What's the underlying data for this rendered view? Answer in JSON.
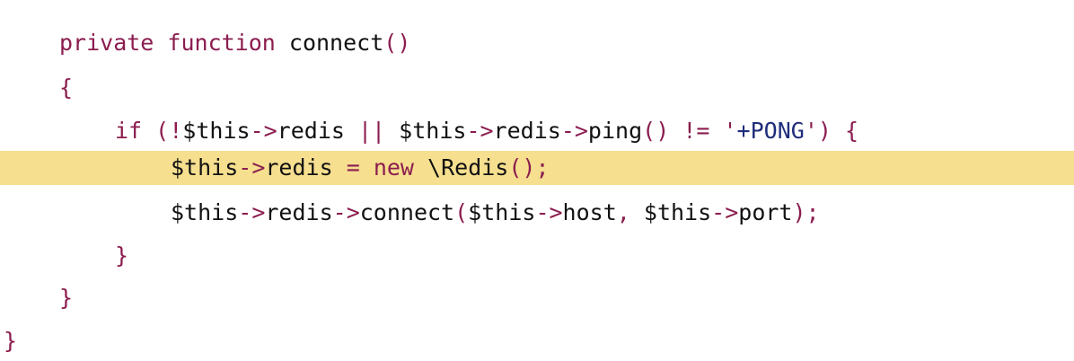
{
  "colors": {
    "keyword": "#8b1d4f",
    "operator": "#8b1d4f",
    "string": "#1f2d7a",
    "plain": "#111111",
    "highlight": "#f6df8f",
    "background": "#ffffff"
  },
  "code": {
    "line1": {
      "kw1": "private",
      "kw2": "function",
      "name": "connect",
      "paren": "()"
    },
    "line2": {
      "brace": "{"
    },
    "line3": {
      "kw_if": "if",
      "open": "(",
      "not": "!",
      "var1": "$this",
      "arrow1": "->",
      "prop1": "redis",
      "or": "||",
      "var2": "$this",
      "arrow2": "->",
      "prop2": "redis",
      "arrow3": "->",
      "method": "ping",
      "call": "()",
      "neq": "!=",
      "quote_open": "'",
      "string": "+PONG",
      "quote_close": "'",
      "close": ")",
      "brace": "{"
    },
    "line4": {
      "var": "$this",
      "arrow": "->",
      "prop": "redis",
      "eq": "=",
      "kw_new": "new",
      "cls": "\\Redis",
      "call": "();"
    },
    "line5": {
      "var1": "$this",
      "arrow1": "->",
      "prop1": "redis",
      "arrow2": "->",
      "method": "connect",
      "open": "(",
      "var2": "$this",
      "arrow3": "->",
      "prop2": "host",
      "comma": ",",
      "var3": "$this",
      "arrow4": "->",
      "prop3": "port",
      "close": ");"
    },
    "line6": {
      "brace": "}"
    },
    "line7": {
      "brace": "}"
    },
    "line8": {
      "brace": "}"
    }
  }
}
